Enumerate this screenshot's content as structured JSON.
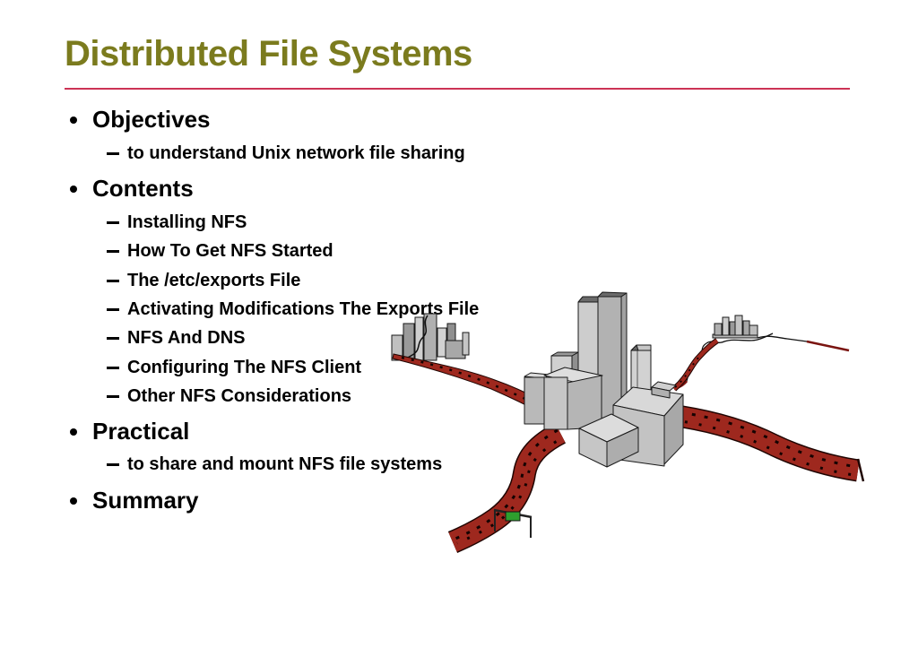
{
  "slide": {
    "title": "Distributed File Systems",
    "outline": {
      "items": [
        {
          "level": 1,
          "text": "Objectives"
        },
        {
          "level": 2,
          "text": "to understand Unix network file sharing"
        },
        {
          "level": 1,
          "text": "Contents"
        },
        {
          "level": 2,
          "text": "Installing NFS"
        },
        {
          "level": 2,
          "text": "How To Get NFS Started"
        },
        {
          "level": 2,
          "text": "The /etc/exports File"
        },
        {
          "level": 2,
          "text": "Activating Modifications The Exports File"
        },
        {
          "level": 2,
          "text": "NFS And DNS"
        },
        {
          "level": 2,
          "text": "Configuring The NFS Client"
        },
        {
          "level": 2,
          "text": "Other NFS Considerations"
        },
        {
          "level": 1,
          "text": "Practical"
        },
        {
          "level": 2,
          "text": "to share and mount NFS file systems"
        },
        {
          "level": 1,
          "text": "Summary"
        }
      ]
    },
    "palette": {
      "title_color": "#7b7b1e",
      "divider_color": "#cc3355",
      "road_color": "#9e281e",
      "road_outline_color": "#1f0502",
      "speckle_color": "#160302",
      "building_light": "#cfcfcf",
      "building_mid": "#b5b5b5",
      "building_dark": "#8f8f8f",
      "building_top": "#6a6a6a",
      "sign_green": "#2e9e2e"
    }
  }
}
